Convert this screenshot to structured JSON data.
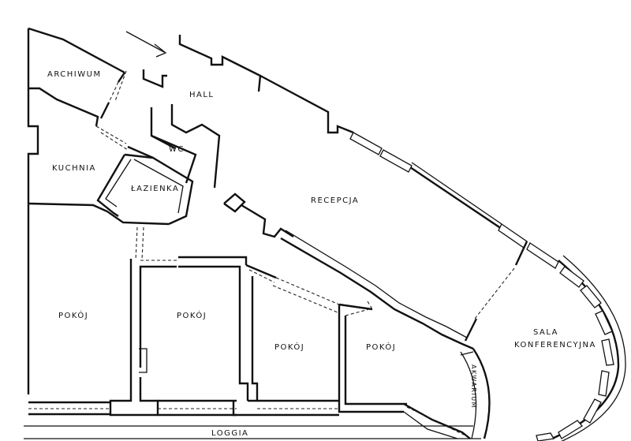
{
  "plan": {
    "rooms": {
      "archiwum": "ARCHIWUM",
      "hall": "HALL",
      "wc": "WC",
      "kuchnia": "KUCHNIA",
      "lazienka": "ŁAZIENKA",
      "recepcja": "RECEPCJA",
      "pokoj_1": "POKÓJ",
      "pokoj_2": "POKÓJ",
      "pokoj_3": "POKÓJ",
      "pokoj_4": "POKÓJ",
      "sala_line1": "SALA",
      "sala_line2": "KONFERENCYJNA",
      "akwarium": "AKWARIUM",
      "loggia": "LOGGIA"
    },
    "colors": {
      "ink": "#111111",
      "paper": "#ffffff"
    },
    "icons": [
      "entrance-arrow-icon"
    ]
  }
}
